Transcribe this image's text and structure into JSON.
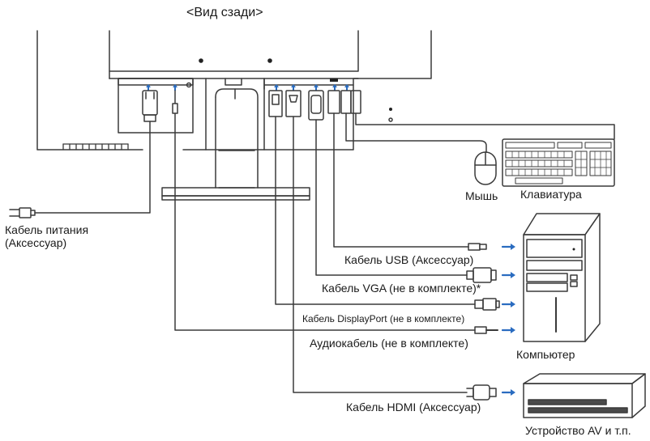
{
  "title": "<Вид сзади>",
  "labels": {
    "power_cable": [
      "Кабель питания",
      "(Аксессуар)"
    ],
    "mouse": "Мышь",
    "keyboard": "Клавиатура",
    "usb_cable": "Кабель USB (Аксессуар)",
    "vga_cable": "Кабель VGA (не в комплекте)*",
    "displayport_cable": "Кабель DisplayPort (не в комплекте)",
    "audio_cable": "Аудиокабель (не в комплекте)",
    "computer": "Компьютер",
    "hdmi_cable": "Кабель HDMI (Аксессуар)",
    "av_device": "Устройство AV и т.п."
  },
  "colors": {
    "line": "#3a3a3a",
    "arrow": "#2a6cc0",
    "device_fill": "#ffffff",
    "device_dark": "#4a4a4a"
  }
}
